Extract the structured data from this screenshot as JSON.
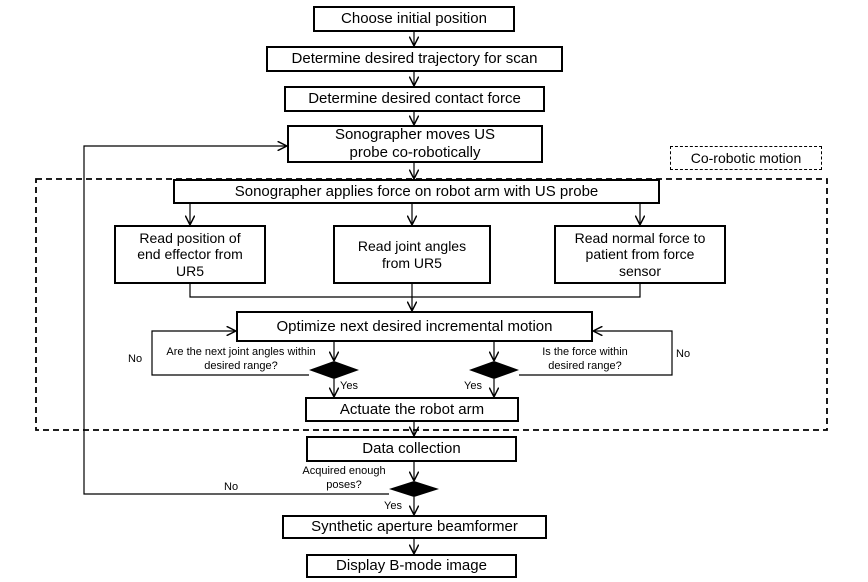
{
  "nodes": {
    "choose_initial": "Choose initial position",
    "desired_trajectory": "Determine desired trajectory for scan",
    "desired_force": "Determine desired contact force",
    "sonographer_moves": "Sonographer moves US probe co-robotically",
    "applies_force": "Sonographer applies force on robot arm with US probe",
    "read_position": "Read position of end effector from UR5",
    "read_joints": "Read joint angles from UR5",
    "read_force": "Read normal force to patient from force sensor",
    "optimize": "Optimize next desired incremental motion",
    "actuate": "Actuate the robot arm",
    "data_collection": "Data collection",
    "beamformer": "Synthetic aperture beamformer",
    "display": "Display B-mode image"
  },
  "decisions": {
    "joint_range": "Are the next joint angles within desired range?",
    "force_range": "Is the force within desired range?",
    "enough_poses": "Acquired enough poses?"
  },
  "edge_labels": {
    "yes": "Yes",
    "no": "No"
  },
  "region_label": "Co-robotic motion"
}
